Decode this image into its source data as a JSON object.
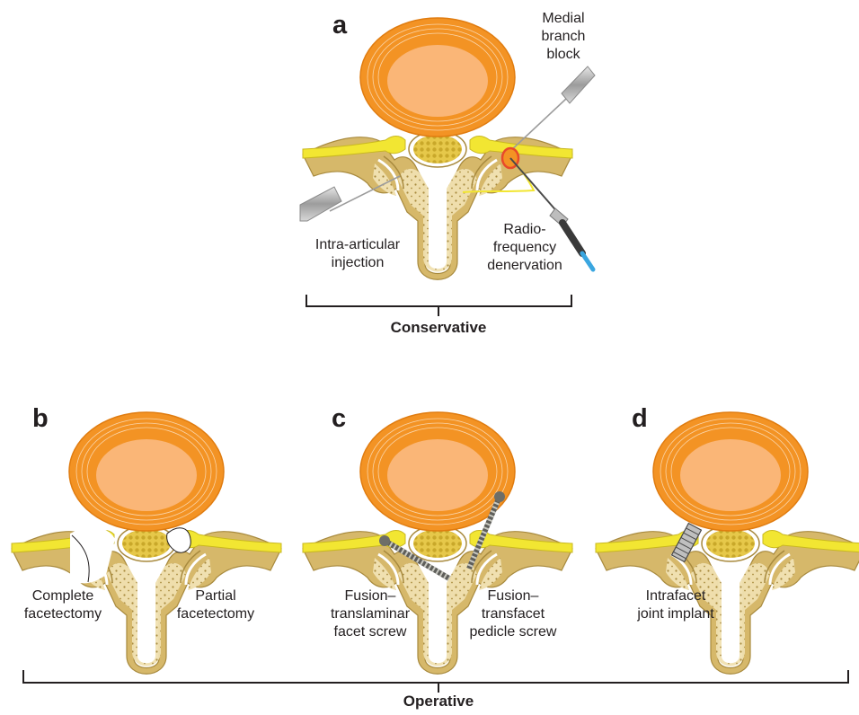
{
  "panels": {
    "a": {
      "letter": "a",
      "labels": {
        "medial_branch_block": [
          "Medial",
          "branch",
          "block"
        ],
        "intra_articular_injection": [
          "Intra-articular",
          "injection"
        ],
        "radiofrequency_denervation": [
          "Radio-",
          "frequency",
          "denervation"
        ]
      }
    },
    "b": {
      "letter": "b",
      "labels": {
        "complete_facetectomy": [
          "Complete",
          "facetectomy"
        ],
        "partial_facetectomy": [
          "Partial",
          "facetectomy"
        ]
      }
    },
    "c": {
      "letter": "c",
      "labels": {
        "translaminar_screw": [
          "Fusion–",
          "translaminar",
          "facet screw"
        ],
        "transfacet_screw": [
          "Fusion–",
          "transfacet",
          "pedicle screw"
        ]
      }
    },
    "d": {
      "letter": "d",
      "labels": {
        "intrafacet_implant": [
          "Intrafacet",
          "joint implant"
        ]
      }
    }
  },
  "groups": {
    "conservative": "Conservative",
    "operative": "Operative"
  },
  "colors": {
    "disc_outer": "#f39324",
    "disc_inner": "#fab677",
    "nerve": "#f2e632",
    "bone": "#d6b86a",
    "bone_light": "#f0e0b0",
    "spinal_cord": "#e6c84a",
    "needle": "#b9b9b9",
    "screw": "#5e5e5a",
    "rf_probe_tip": "#3aa6e0",
    "lesion": "#e84a2a",
    "bracket": "#231f20"
  }
}
